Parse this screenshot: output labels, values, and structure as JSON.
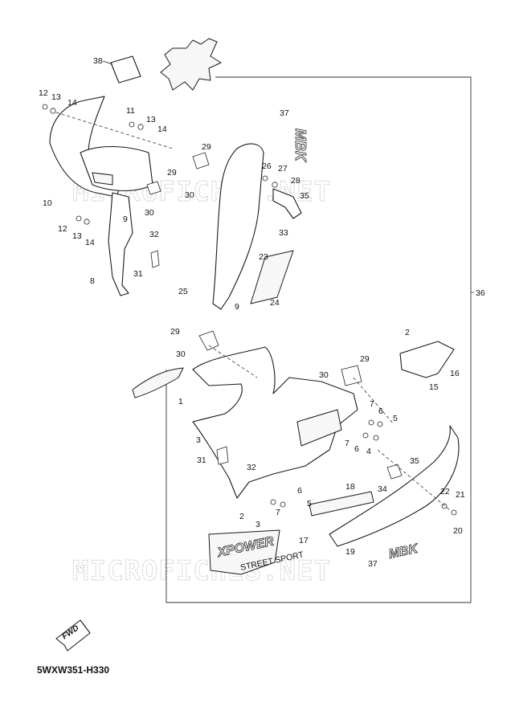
{
  "diagram_code": "5WXW351-H330",
  "watermark": "MICROFICHES.NET",
  "brand_decal": "MBK",
  "fwd_label": "FWD",
  "decal_word": "XPOWER",
  "decal_sub": "STREET SPORT",
  "callouts": [
    "1",
    "2",
    "3",
    "4",
    "5",
    "6",
    "7",
    "8",
    "9",
    "10",
    "11",
    "12",
    "13",
    "14",
    "15",
    "16",
    "17",
    "18",
    "19",
    "20",
    "21",
    "22",
    "23",
    "24",
    "25",
    "26",
    "27",
    "28",
    "29",
    "30",
    "31",
    "32",
    "33",
    "34",
    "35",
    "36",
    "37",
    "38"
  ]
}
